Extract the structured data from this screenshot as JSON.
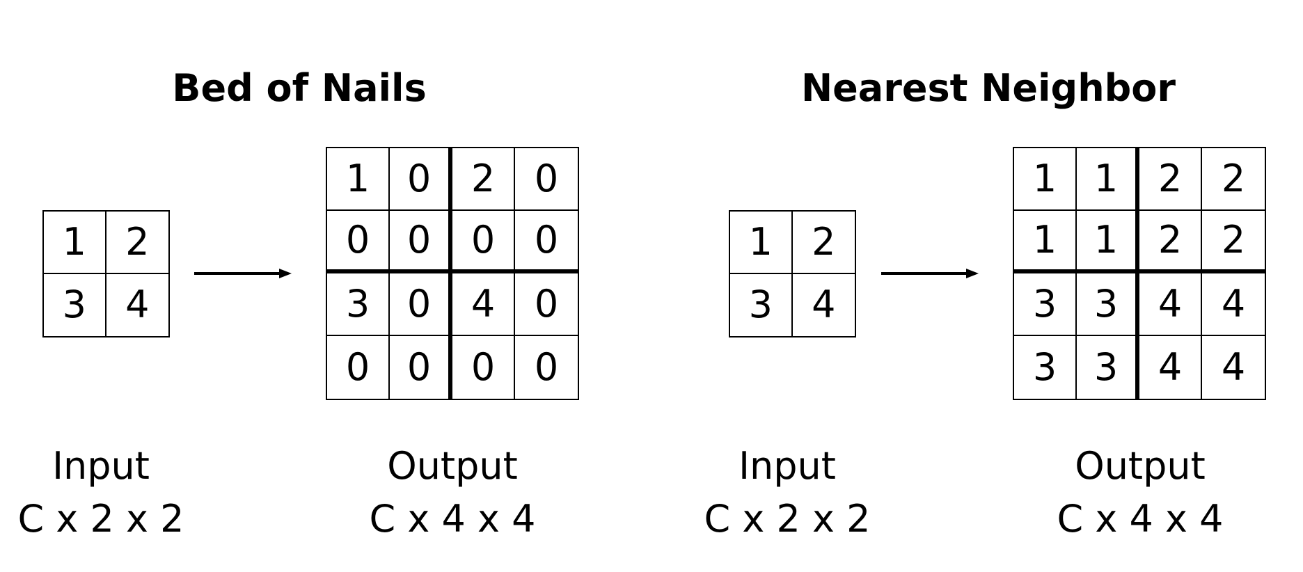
{
  "panels": [
    {
      "title": "Bed of Nails",
      "input_grid": [
        "1",
        "2",
        "3",
        "4"
      ],
      "output_grid": [
        "1",
        "0",
        "2",
        "0",
        "0",
        "0",
        "0",
        "0",
        "3",
        "0",
        "4",
        "0",
        "0",
        "0",
        "0",
        "0"
      ],
      "input_caption": {
        "label": "Input",
        "shape": "C x 2 x 2"
      },
      "output_caption": {
        "label": "Output",
        "shape": "C x 4 x 4"
      }
    },
    {
      "title": "Nearest Neighbor",
      "input_grid": [
        "1",
        "2",
        "3",
        "4"
      ],
      "output_grid": [
        "1",
        "1",
        "2",
        "2",
        "1",
        "1",
        "2",
        "2",
        "3",
        "3",
        "4",
        "4",
        "3",
        "3",
        "4",
        "4"
      ],
      "input_caption": {
        "label": "Input",
        "shape": "C x 2 x 2"
      },
      "output_caption": {
        "label": "Output",
        "shape": "C x 4 x 4"
      }
    }
  ]
}
